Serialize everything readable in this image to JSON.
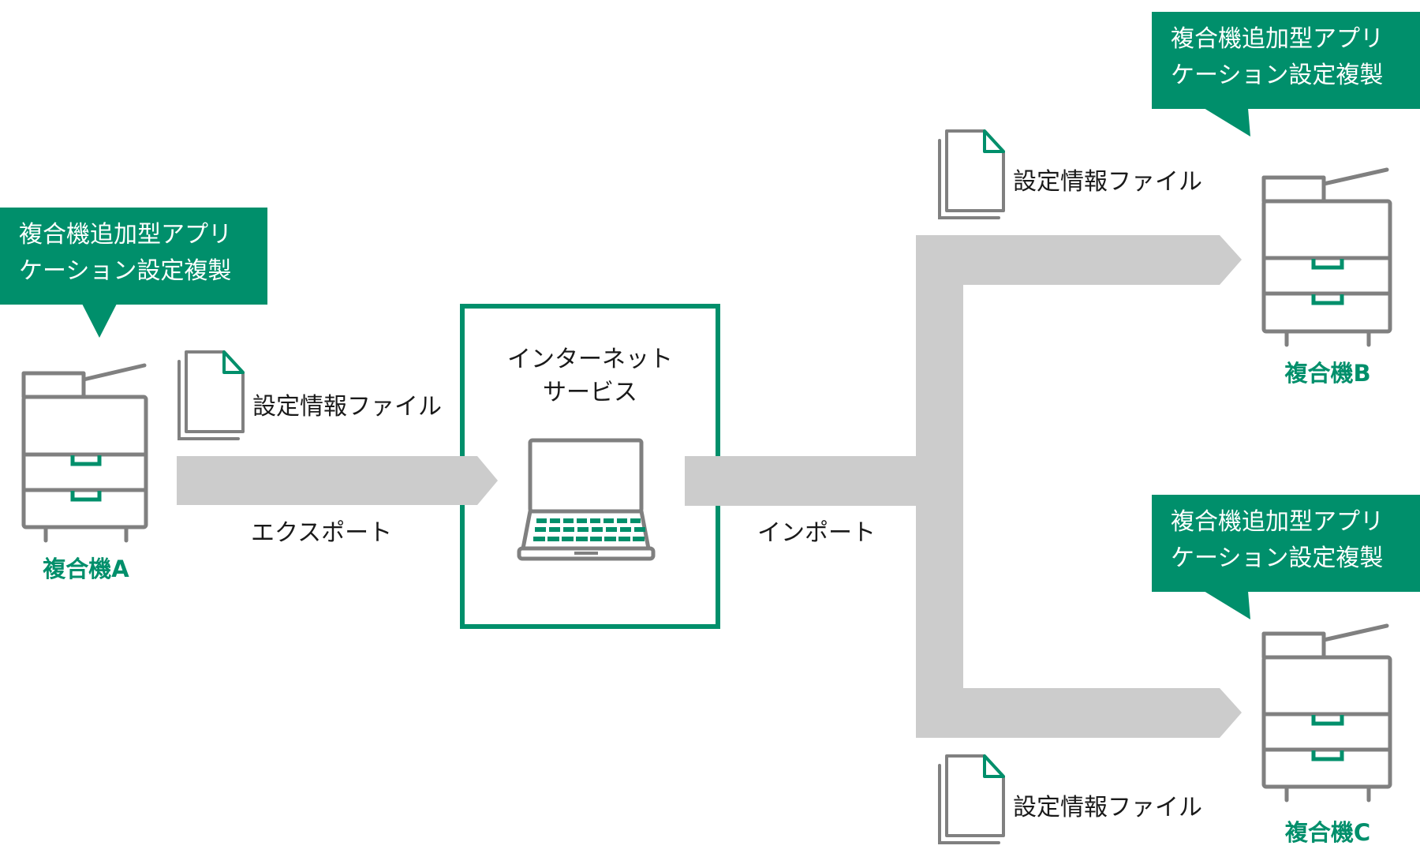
{
  "diagram": {
    "colors": {
      "accent": "#008f6b",
      "arrow": "#cccccc",
      "icon_stroke": "#808080",
      "text": "#1a1a1a",
      "background": "#ffffff"
    },
    "source_device": {
      "label": "複合機A",
      "icon": "multifunction-printer-icon",
      "callout": {
        "line1": "複合機追加型アプリ",
        "line2": "ケーション設定複製"
      }
    },
    "export_file": {
      "icon": "document-stack-icon",
      "label": "設定情報ファイル"
    },
    "export_arrow": {
      "label": "エクスポート"
    },
    "service": {
      "title_line1": "インターネット",
      "title_line2": "サービス",
      "icon": "laptop-icon"
    },
    "import_arrow": {
      "label": "インポート"
    },
    "import_files": [
      {
        "icon": "document-stack-icon",
        "label": "設定情報ファイル"
      },
      {
        "icon": "document-stack-icon",
        "label": "設定情報ファイル"
      }
    ],
    "target_devices": [
      {
        "label": "複合機B",
        "icon": "multifunction-printer-icon",
        "callout": {
          "line1": "複合機追加型アプリ",
          "line2": "ケーション設定複製"
        }
      },
      {
        "label": "複合機C",
        "icon": "multifunction-printer-icon",
        "callout": {
          "line1": "複合機追加型アプリ",
          "line2": "ケーション設定複製"
        }
      }
    ]
  }
}
